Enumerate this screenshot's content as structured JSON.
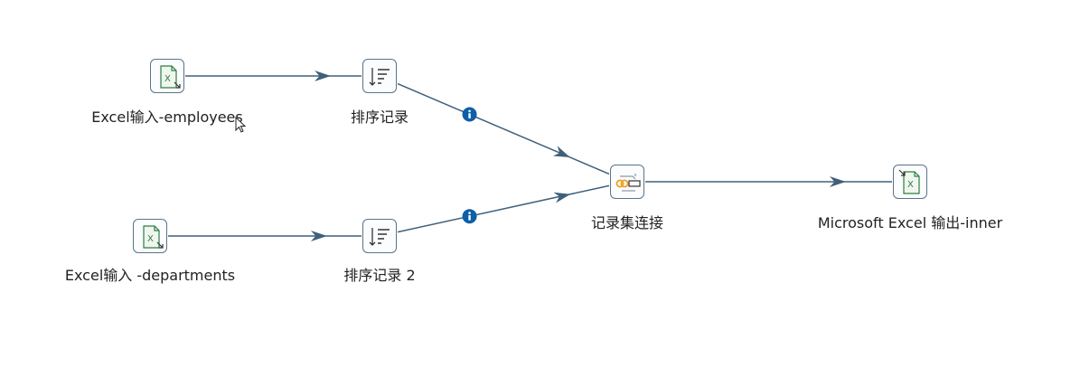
{
  "colors": {
    "link": "#40607a",
    "info": "#0d5fa8",
    "icon_border": "#5b7489",
    "excel_green": "#2e7d45",
    "join_orange": "#f0a020"
  },
  "steps": [
    {
      "id": "excel_input_employees",
      "label": "Excel输入-employees",
      "icon": "excel-input-icon"
    },
    {
      "id": "sort_rows",
      "label": "排序记录",
      "icon": "sort-rows-icon"
    },
    {
      "id": "excel_input_departments",
      "label": "Excel输入 -departments",
      "icon": "excel-input-icon"
    },
    {
      "id": "sort_rows_2",
      "label": "排序记录 2",
      "icon": "sort-rows-icon"
    },
    {
      "id": "merge_join",
      "label": "记录集连接",
      "icon": "merge-join-icon"
    },
    {
      "id": "excel_output_inner",
      "label": "Microsoft Excel 输出-inner",
      "icon": "excel-output-icon"
    }
  ],
  "hops": [
    {
      "from": "excel_input_employees",
      "to": "sort_rows",
      "info": false
    },
    {
      "from": "sort_rows",
      "to": "merge_join",
      "info": true
    },
    {
      "from": "excel_input_departments",
      "to": "sort_rows_2",
      "info": false
    },
    {
      "from": "sort_rows_2",
      "to": "merge_join",
      "info": true
    },
    {
      "from": "merge_join",
      "to": "excel_output_inner",
      "info": false
    }
  ]
}
